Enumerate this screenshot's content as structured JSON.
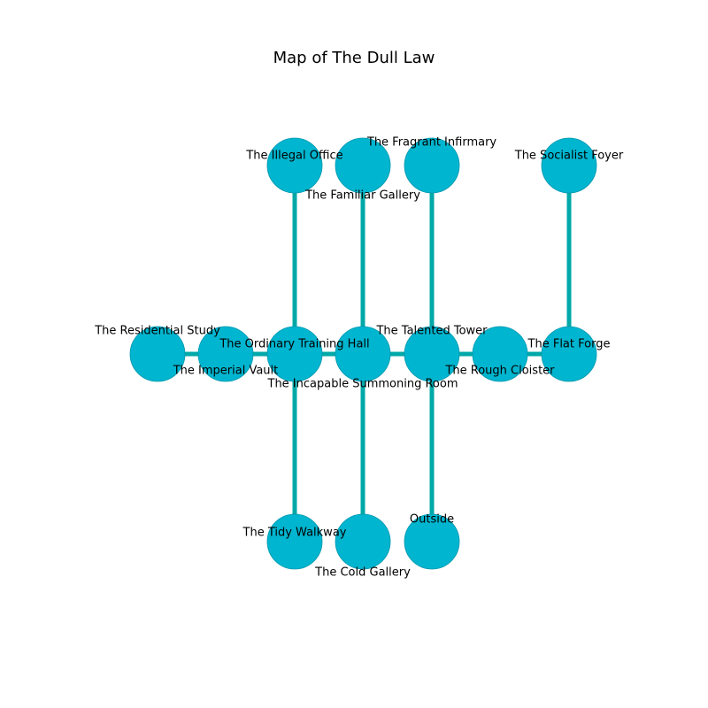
{
  "title": "Map of The Dull Law",
  "colors": {
    "node_fill": "#00b5cf",
    "node_stroke": "#0097ad",
    "edge": "#00a8a8"
  },
  "nodes": [
    {
      "id": "illegal-office",
      "label": "The Illegal Office"
    },
    {
      "id": "familiar-gallery",
      "label": "The Familiar Gallery"
    },
    {
      "id": "fragrant-infirmary",
      "label": "The Fragrant Infirmary"
    },
    {
      "id": "socialist-foyer",
      "label": "The Socialist Foyer"
    },
    {
      "id": "residential-study",
      "label": "The Residential Study"
    },
    {
      "id": "imperial-vault",
      "label": "The Imperial Vault"
    },
    {
      "id": "ordinary-training-hall",
      "label": "The Ordinary Training Hall"
    },
    {
      "id": "incapable-summoning-room",
      "label": "The Incapable Summoning Room"
    },
    {
      "id": "talented-tower",
      "label": "The Talented Tower"
    },
    {
      "id": "rough-cloister",
      "label": "The Rough Cloister"
    },
    {
      "id": "flat-forge",
      "label": "The Flat Forge"
    },
    {
      "id": "tidy-walkway",
      "label": "The Tidy Walkway"
    },
    {
      "id": "cold-gallery",
      "label": "The Cold Gallery"
    },
    {
      "id": "outside",
      "label": "Outside"
    }
  ],
  "edges": [
    [
      "residential-study",
      "imperial-vault"
    ],
    [
      "imperial-vault",
      "ordinary-training-hall"
    ],
    [
      "ordinary-training-hall",
      "incapable-summoning-room"
    ],
    [
      "incapable-summoning-room",
      "talented-tower"
    ],
    [
      "talented-tower",
      "rough-cloister"
    ],
    [
      "rough-cloister",
      "flat-forge"
    ],
    [
      "illegal-office",
      "ordinary-training-hall"
    ],
    [
      "familiar-gallery",
      "incapable-summoning-room"
    ],
    [
      "fragrant-infirmary",
      "talented-tower"
    ],
    [
      "socialist-foyer",
      "flat-forge"
    ],
    [
      "ordinary-training-hall",
      "tidy-walkway"
    ],
    [
      "incapable-summoning-room",
      "cold-gallery"
    ],
    [
      "talented-tower",
      "outside"
    ]
  ]
}
